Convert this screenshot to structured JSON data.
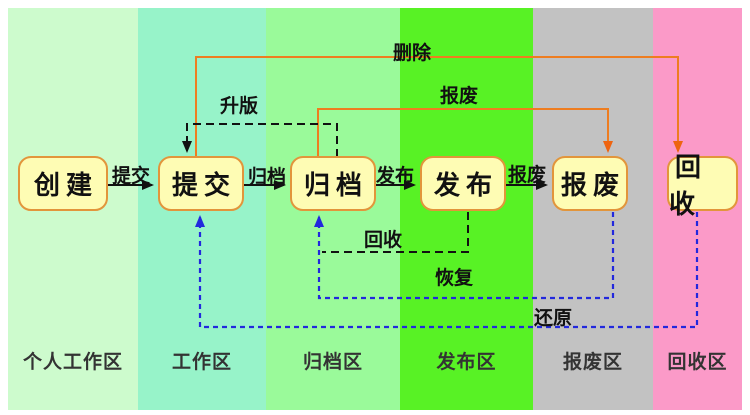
{
  "zones": [
    {
      "label": "个人工作区",
      "color": "#cdfbcd"
    },
    {
      "label": "工作区",
      "color": "#97f3c9"
    },
    {
      "label": "归档区",
      "color": "#9afa9a"
    },
    {
      "label": "发布区",
      "color": "#58f225"
    },
    {
      "label": "报废区",
      "color": "#c2c2c2"
    },
    {
      "label": "回收区",
      "color": "#fb9ac8"
    }
  ],
  "nodes": [
    {
      "label": "创建"
    },
    {
      "label": "提交"
    },
    {
      "label": "归档"
    },
    {
      "label": "发布"
    },
    {
      "label": "报废"
    },
    {
      "label": "回收"
    }
  ],
  "edges": {
    "submit": {
      "label": "提交",
      "style": "solid",
      "color": "#111111",
      "from": "创建",
      "to": "提交"
    },
    "archive": {
      "label": "归档",
      "style": "solid",
      "color": "#111111",
      "from": "提交",
      "to": "归档"
    },
    "publish": {
      "label": "发布",
      "style": "solid",
      "color": "#111111",
      "from": "归档",
      "to": "发布"
    },
    "scrap": {
      "label": "报废",
      "style": "solid",
      "color": "#111111",
      "from": "发布",
      "to": "报废"
    },
    "delete": {
      "label": "删除",
      "style": "solid",
      "color": "#ee7d20",
      "from": "提交",
      "to": "回收"
    },
    "scrap_archive": {
      "label": "报废",
      "style": "solid",
      "color": "#ee7d20",
      "from": "归档",
      "to": "报废"
    },
    "upgrade": {
      "label": "升版",
      "style": "dashed",
      "color": "#111111",
      "from": "归档",
      "to": "提交"
    },
    "recycle": {
      "label": "回收",
      "style": "dashed",
      "color": "#111111",
      "from": "发布",
      "to": "归档"
    },
    "restore": {
      "label": "恢复",
      "style": "dashed",
      "color": "#2228dd",
      "from": "报废",
      "to": "归档"
    },
    "revert": {
      "label": "还原",
      "style": "dashed",
      "color": "#2228dd",
      "from": "回收",
      "to": "提交"
    }
  },
  "colors": {
    "node_fill": "#fefcb4",
    "node_border": "#e2953b",
    "orange_line": "#ee7d20",
    "blue_line": "#2228dd",
    "black_line": "#111111",
    "zone_label_text": "#333333"
  }
}
